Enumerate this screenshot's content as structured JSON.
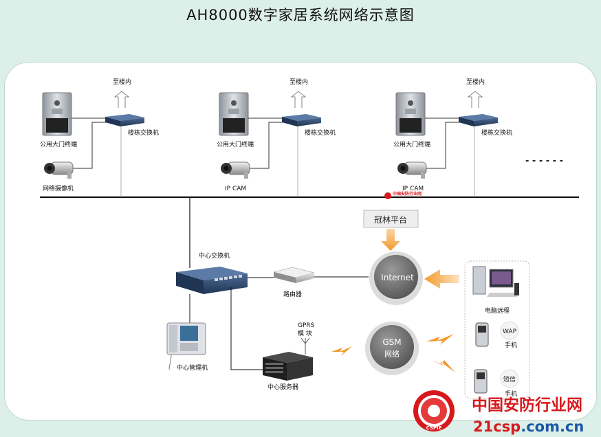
{
  "title": "AH8000数字家居系统网络示意图",
  "labels": {
    "to_building": "至楼内",
    "building_switch": "楼栋交换机",
    "public_door_terminal": "公用大门终端",
    "network_camera": "网络摄像机",
    "ip_cam": "IP CAM",
    "platform": "冠林平台",
    "internet": "Internet",
    "central_switch": "中心交换机",
    "router": "路由器",
    "gprs_line1": "GPRS",
    "gprs_line2": "模  块",
    "gsm_line1": "GSM",
    "gsm_line2": "网络",
    "central_server": "中心服务器",
    "central_manager": "中心管理机",
    "pc_remote": "电脑远程",
    "wap": "WAP",
    "phone": "手机",
    "sms": "短信",
    "phone2": "手机",
    "ellipsis": "- - - - - -"
  },
  "watermark": {
    "small_text": "中国安防行业网",
    "site_cn": "中国安防行业网",
    "site_en_red": "21csp",
    "site_en_blue": ".com.cn",
    "seal_text": "CSPIE"
  },
  "colors": {
    "background": "#dcefe8",
    "accent_orange": "#f39a2b",
    "watermark_red": "#d7191d",
    "watermark_blue": "#1b57a5"
  }
}
